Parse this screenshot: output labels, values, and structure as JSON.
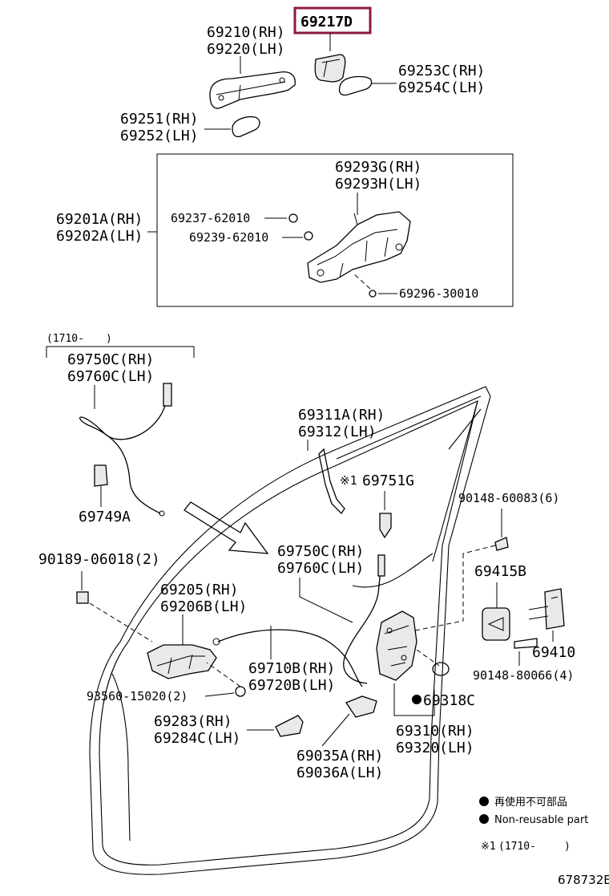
{
  "highlight": {
    "code": "69217D",
    "color": "#8b1a3a"
  },
  "labels": {
    "handle_rh": "69210(RH)",
    "handle_lh": "69220(LH)",
    "pad_rh": "69251(RH)",
    "pad_lh": "69252(LH)",
    "cover_rh": "69253C(RH)",
    "cover_lh": "69254C(LH)",
    "frame_rh": "69201A(RH)",
    "frame_lh": "69202A(LH)",
    "frame_sub_rh": "69293G(RH)",
    "frame_sub_lh": "69293H(LH)",
    "bolt_a": "69237-62010",
    "bolt_b": "69239-62010",
    "screw_frame": "69296-30010",
    "date_note": "(1710-",
    "date_close": ")",
    "cable_top_rh": "69750C(RH)",
    "cable_top_lh": "69760C(LH)",
    "clip_top": "69749A",
    "rod_rh": "69311A(RH)",
    "rod_lh": "69312(LH)",
    "mark_note": "※1",
    "clamp": "69751G",
    "bolt_upper": "90148-60083(6)",
    "bolt_left": "90189-06018(2)",
    "inner_handle_rh": "69205(RH)",
    "inner_handle_lh": "69206B(LH)",
    "cable_mid_rh": "69750C(RH)",
    "cable_mid_lh": "69760C(LH)",
    "striker_cover": "69415B",
    "striker": "69410",
    "bolt_lower": "90148-80066(4)",
    "cable_low_rh": "69710B(RH)",
    "cable_low_lh": "69720B(LH)",
    "screw_handle": "93560-15020(2)",
    "seal": "69318C",
    "bezel_rh": "69283(RH)",
    "bezel_lh": "69284C(LH)",
    "lock_rh": "69310(RH)",
    "lock_lh": "69320(LH)",
    "protector_rh": "69035A(RH)",
    "protector_lh": "69036A(LH)"
  },
  "legend": {
    "item1": "再使用不可部品",
    "item2": "Non-reusable part",
    "note_mark": "※1",
    "note_date": "(1710-",
    "note_close": ")"
  },
  "figure_id": "678732E"
}
